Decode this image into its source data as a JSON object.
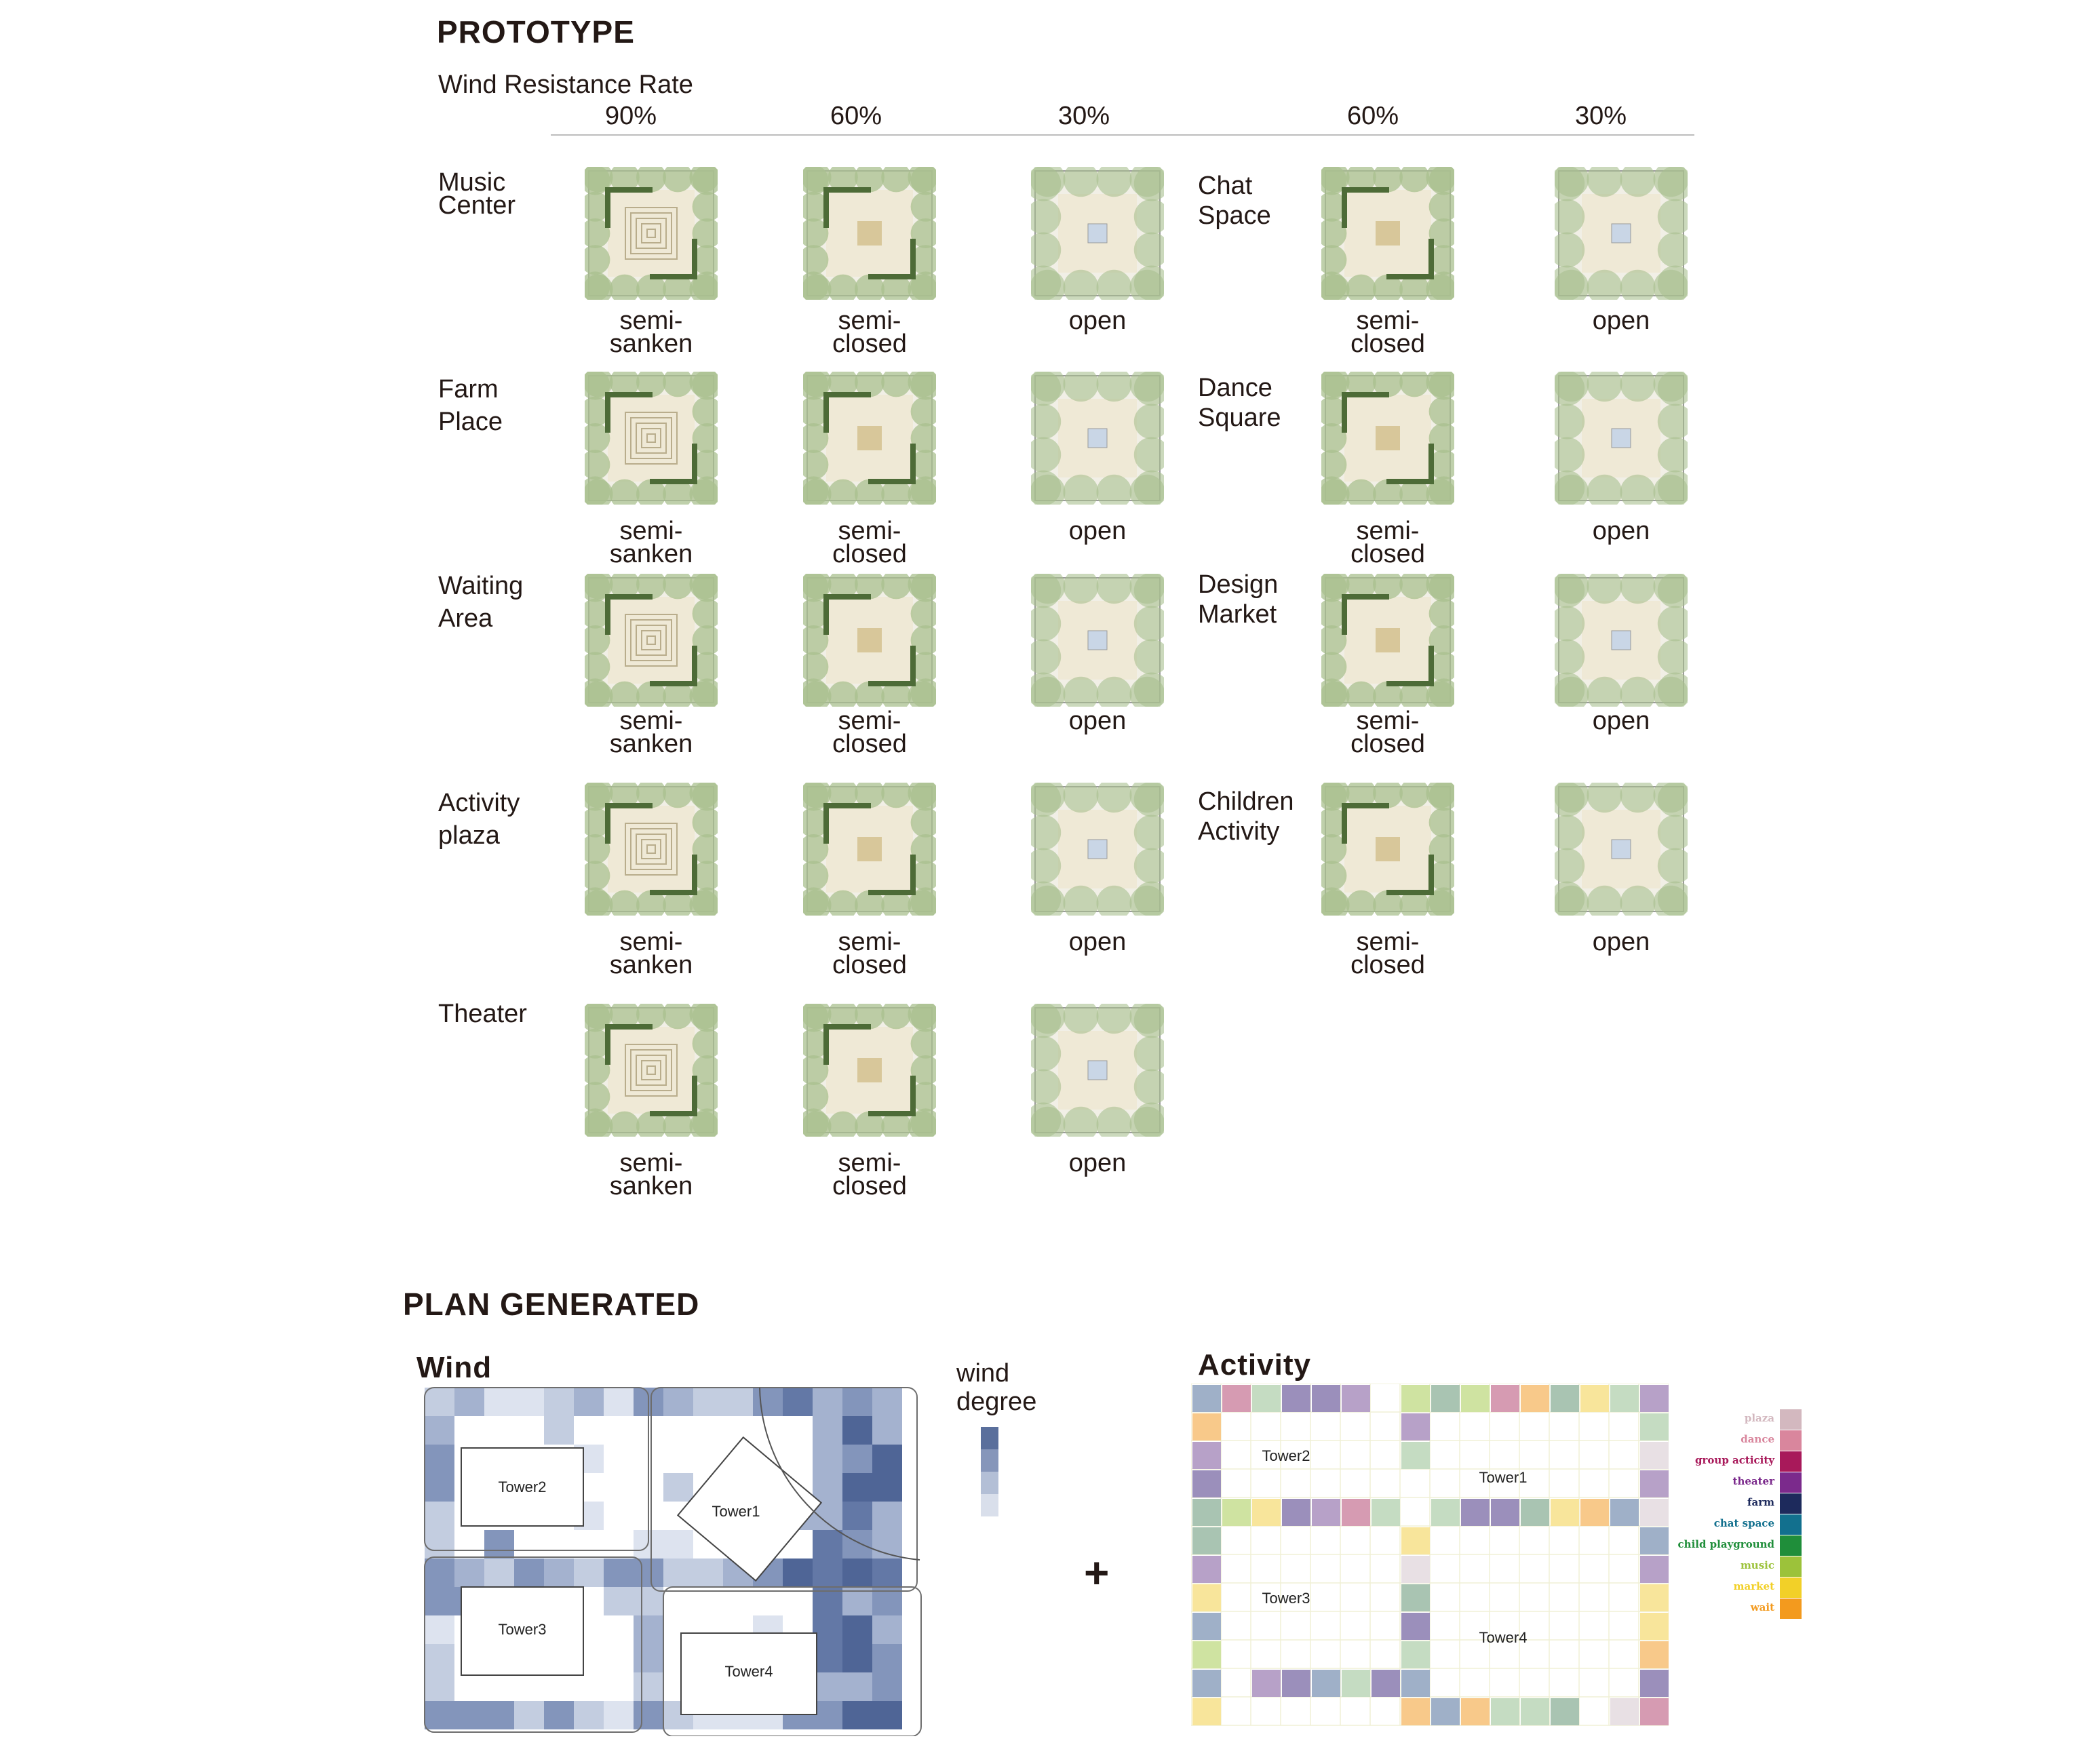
{
  "prototype": {
    "title": "PROTOTYPE",
    "subtitle": "Wind Resistance Rate",
    "rates": [
      "90%",
      "60%",
      "30%",
      "60%",
      "30%"
    ],
    "categories": [
      {
        "name": "Music Center",
        "lines": [
          "Music",
          "Center"
        ],
        "side": "left",
        "items": [
          {
            "lines": [
              "semi-",
              "sanken"
            ]
          },
          {
            "lines": [
              "semi-",
              "closed"
            ]
          },
          {
            "lines": [
              "open"
            ]
          }
        ]
      },
      {
        "name": "Chat Space",
        "lines": [
          "Chat",
          "Space"
        ],
        "side": "right",
        "items": [
          {
            "lines": [
              "semi-",
              "closed"
            ]
          },
          {
            "lines": [
              "open"
            ]
          }
        ]
      },
      {
        "name": "Farm Place",
        "lines": [
          "Farm",
          "Place"
        ],
        "side": "left",
        "items": [
          {
            "lines": [
              "semi-",
              "sanken"
            ]
          },
          {
            "lines": [
              "semi-",
              "closed"
            ]
          },
          {
            "lines": [
              "open"
            ]
          }
        ]
      },
      {
        "name": "Dance Square",
        "lines": [
          "Dance",
          "Square"
        ],
        "side": "right",
        "items": [
          {
            "lines": [
              "semi-",
              "closed"
            ]
          },
          {
            "lines": [
              "open"
            ]
          }
        ]
      },
      {
        "name": "Waiting Area",
        "lines": [
          "Waiting",
          "Area"
        ],
        "side": "left",
        "items": [
          {
            "lines": [
              "semi-",
              "sanken"
            ]
          },
          {
            "lines": [
              "semi-",
              "closed"
            ]
          },
          {
            "lines": [
              "open"
            ]
          }
        ]
      },
      {
        "name": "Design Market",
        "lines": [
          "Design",
          "Market"
        ],
        "side": "right",
        "items": [
          {
            "lines": [
              "semi-",
              "closed"
            ]
          },
          {
            "lines": [
              "open"
            ]
          }
        ]
      },
      {
        "name": "Activity plaza",
        "lines": [
          "Activity",
          "plaza"
        ],
        "side": "left",
        "items": [
          {
            "lines": [
              "semi-",
              "sanken"
            ]
          },
          {
            "lines": [
              "semi-",
              "closed"
            ]
          },
          {
            "lines": [
              "open"
            ]
          }
        ]
      },
      {
        "name": "Children Activity",
        "lines": [
          "Children",
          "Activity"
        ],
        "side": "right",
        "items": [
          {
            "lines": [
              "semi-",
              "closed"
            ]
          },
          {
            "lines": [
              "open"
            ]
          }
        ]
      },
      {
        "name": "Theater",
        "lines": [
          "Theater"
        ],
        "side": "left",
        "items": [
          {
            "lines": [
              "semi-",
              "sanken"
            ]
          },
          {
            "lines": [
              "semi-",
              "closed"
            ]
          },
          {
            "lines": [
              "open"
            ]
          }
        ]
      }
    ]
  },
  "plan": {
    "title": "PLAN GENERATED",
    "wind": {
      "title": "Wind",
      "towers": [
        "Tower2",
        "Tower1",
        "Tower3",
        "Tower4"
      ],
      "scale_label": [
        "wind",
        "degree"
      ]
    },
    "plus": "+",
    "activity": {
      "title": "Activity",
      "towers": [
        "Tower2",
        "Tower1",
        "Tower3",
        "Tower4"
      ],
      "legend": [
        {
          "label": "plaza",
          "color": "#d3b8bf"
        },
        {
          "label": "dance",
          "color": "#d9869d"
        },
        {
          "label": "group acticity",
          "color": "#a8195a"
        },
        {
          "label": "theater",
          "color": "#7b2a8c"
        },
        {
          "label": "farm",
          "color": "#1d2a5c"
        },
        {
          "label": "chat space",
          "color": "#12708e"
        },
        {
          "label": "child playground",
          "color": "#1f8e3a"
        },
        {
          "label": "music",
          "color": "#9cc23a"
        },
        {
          "label": "market",
          "color": "#f2d028"
        },
        {
          "label": "wait",
          "color": "#f39a1e"
        }
      ]
    }
  },
  "colors": {
    "tree": "#a9c08f",
    "tree_dark": "#4d6b37",
    "paving": "#efe9d6",
    "wind_dark": "#4a6394",
    "wind_light": "#dde3ee"
  }
}
